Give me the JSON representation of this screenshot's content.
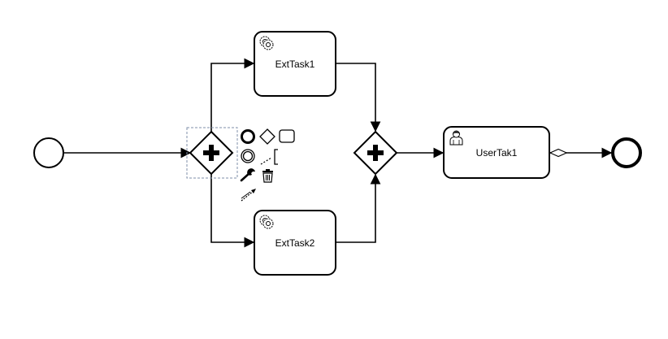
{
  "diagram": {
    "tasks": {
      "ext_task_1": {
        "label": "ExtTask1",
        "type": "service-task",
        "icon": "gear-icon"
      },
      "ext_task_2": {
        "label": "ExtTask2",
        "type": "service-task",
        "icon": "gear-icon"
      },
      "user_task_1": {
        "label": "UserTak1",
        "type": "user-task",
        "icon": "user-icon"
      }
    },
    "events": {
      "start": {
        "type": "start-event"
      },
      "end": {
        "type": "end-event"
      }
    },
    "gateways": {
      "split": {
        "type": "parallel-gateway",
        "selected": true
      },
      "join": {
        "type": "parallel-gateway",
        "selected": false
      }
    }
  },
  "context_pad": {
    "items": [
      {
        "name": "append-end-event",
        "icon": "end-event-icon"
      },
      {
        "name": "append-gateway",
        "icon": "gateway-icon"
      },
      {
        "name": "append-task",
        "icon": "task-icon"
      },
      {
        "name": "append-intermediate-event",
        "icon": "intermediate-event-icon"
      },
      {
        "name": "append-text-annotation",
        "icon": "text-annotation-icon"
      },
      {
        "name": "change-type",
        "icon": "wrench-icon"
      },
      {
        "name": "delete",
        "icon": "trash-icon"
      },
      {
        "name": "connect",
        "icon": "connect-arrow-icon"
      }
    ]
  },
  "colors": {
    "stroke": "#000000",
    "fill": "#ffffff",
    "selection": "#7f8fa8"
  }
}
